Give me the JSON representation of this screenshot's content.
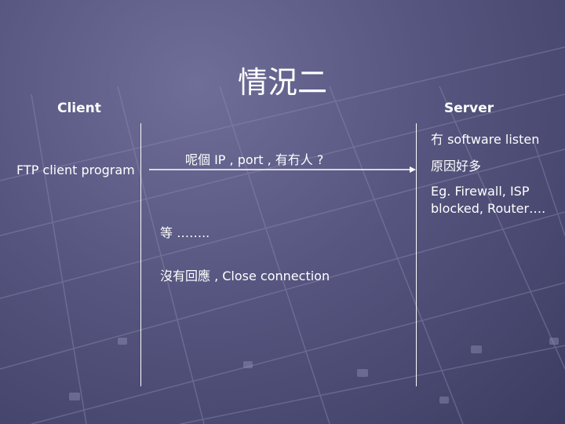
{
  "slide": {
    "title": "情況二",
    "client_label": "Client",
    "server_label": "Server",
    "client_program": "FTP client program",
    "query_message": "呢個 IP , port , 有冇人 ?",
    "waiting_message": "等 ……..",
    "no_reply_message": "沒有回應 , Close connection",
    "server_notes": {
      "software_listen": "冇 software listen",
      "many_reasons": "原因好多",
      "example": "Eg. Firewall, ISP blocked, Router…."
    }
  },
  "colors": {
    "background": "#55557f",
    "line": "#ffffff",
    "text": "#ffffff"
  }
}
